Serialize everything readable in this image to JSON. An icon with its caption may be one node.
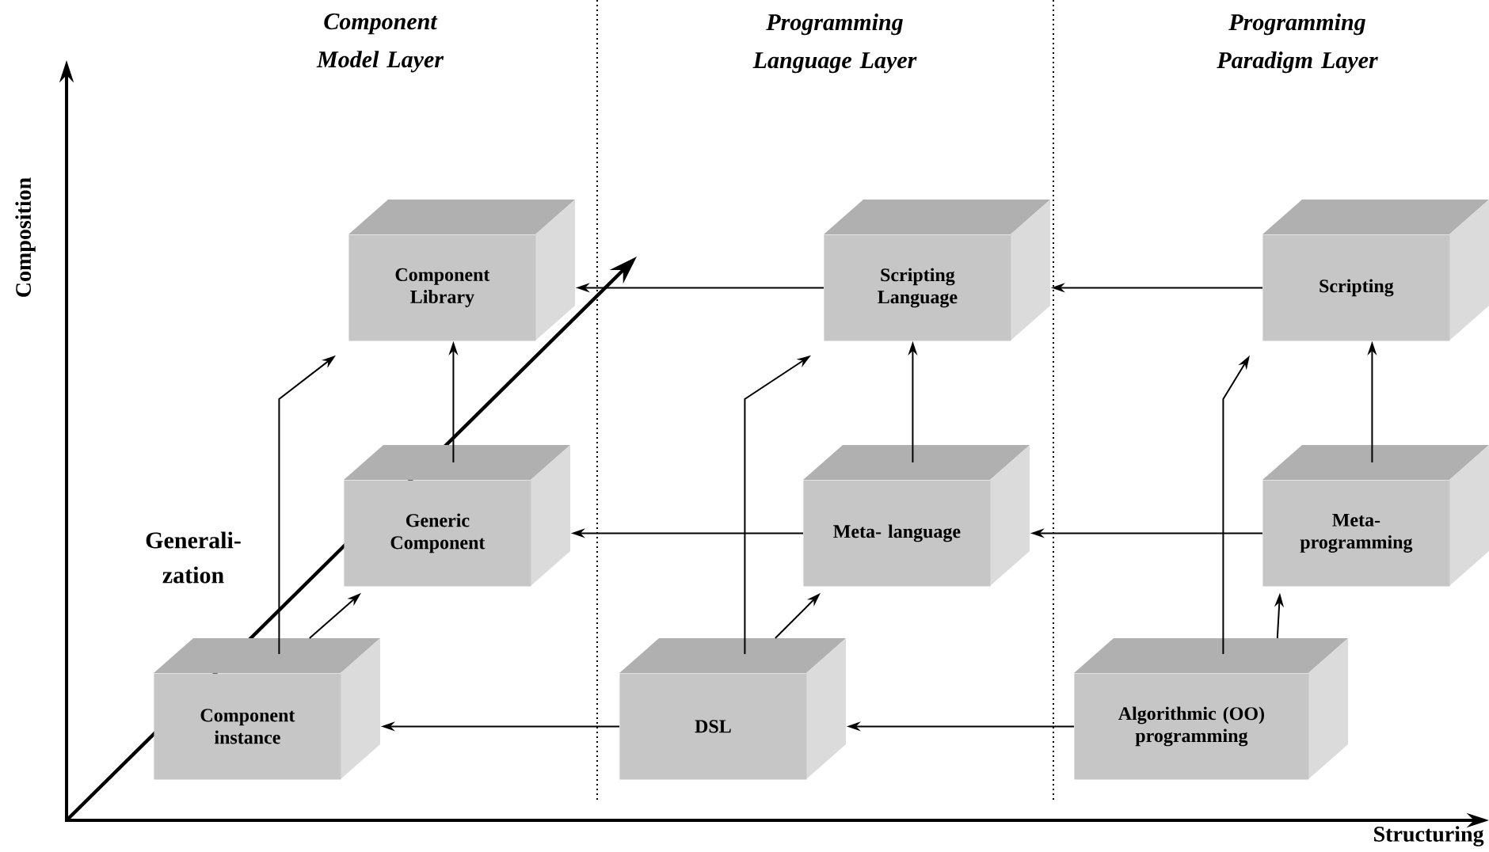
{
  "diagram": {
    "nodes": [
      {
        "text": [
          "Component Library"
        ]
      },
      {
        "text": [
          "Scripting Language"
        ]
      },
      {
        "text": [
          "Scripting"
        ]
      },
      {
        "text": [
          "Generic Component"
        ]
      },
      {
        "text": [
          "Meta- language"
        ]
      },
      {
        "text": [
          "Meta- programming"
        ]
      },
      {
        "text": [
          "Component instance"
        ]
      },
      {
        "text": [
          "DSL"
        ]
      },
      {
        "text": [
          "Algorithmic (OO) programming"
        ]
      }
    ],
    "edges": [
      {
        "from": 2,
        "to": 1,
        "arrow": "to"
      },
      {
        "from": 1,
        "to": 0,
        "arrow": "to"
      },
      {
        "from": 5,
        "to": 4,
        "arrow": "to"
      },
      {
        "from": 4,
        "to": 3,
        "arrow": "to"
      },
      {
        "from": 8,
        "to": 7,
        "arrow": "to"
      },
      {
        "from": 7,
        "to": 6,
        "arrow": "to"
      },
      {
        "from": 3,
        "to": 0,
        "arrow": "to"
      },
      {
        "from": 4,
        "to": 1,
        "arrow": "to"
      },
      {
        "from": 5,
        "to": 2,
        "arrow": "to"
      },
      {
        "from": 6,
        "to": 3,
        "arrow": "to"
      },
      {
        "from": 7,
        "to": 4,
        "arrow": "to"
      },
      {
        "from": 8,
        "to": 5,
        "arrow": "to"
      },
      {
        "from": 6,
        "to": 0,
        "arrow": "to"
      },
      {
        "from": 7,
        "to": 1,
        "arrow": "to"
      },
      {
        "from": 8,
        "to": 2,
        "arrow": "to"
      }
    ],
    "labels": [
      "Component Model Layer",
      "Programming Language Layer",
      "Programming Paradigm Layer",
      "Composition",
      "Generali- zation",
      "Structuring"
    ]
  }
}
